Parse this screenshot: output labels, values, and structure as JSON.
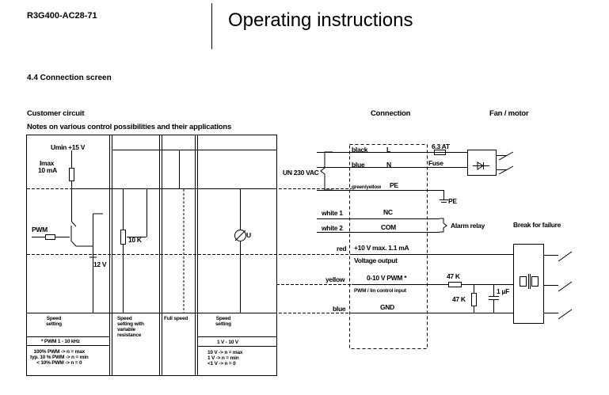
{
  "header": {
    "model": "R3G400-AC28-71",
    "title": "Operating instructions"
  },
  "section_heading": "4.4 Connection screen",
  "customer": {
    "heading": "Customer circuit",
    "notes": "Notes on various control possibilities and their applications",
    "umin": "Umin +15 V",
    "imax": "Imax",
    "imax_value": "10 mA",
    "pwm": "PWM",
    "zener": "12 V",
    "pot": "10 K",
    "meter": "U"
  },
  "columns": [
    {
      "title": "Speed\nsetting",
      "detail": "* PWM 1 - 10 kHz",
      "notes": "100% PWM -> n = max\ntyp. 10 % PWM -> n = min\n< 10% PWM -> n = 0"
    },
    {
      "title": "Speed\nsetting with\nvariable\nresistance",
      "detail": "",
      "notes": ""
    },
    {
      "title": "Full speed",
      "detail": "",
      "notes": ""
    },
    {
      "title": "Speed\nsetting",
      "detail": "1 V - 10 V",
      "notes": "10 V -> n = max\n1 V -> n = min\n<1 V -> n = 0"
    }
  ],
  "connection": {
    "heading": "Connection",
    "supply": "UN 230 VAC",
    "rows": [
      {
        "wire": "black",
        "terminal": "L"
      },
      {
        "wire": "blue",
        "terminal": "N"
      },
      {
        "wire": "green/yellow",
        "terminal": "PE"
      },
      {
        "wire": "white 1",
        "terminal": "NC"
      },
      {
        "wire": "white 2",
        "terminal": "COM"
      },
      {
        "wire": "red",
        "terminal": "+10 V max. 1.1 mA",
        "sub": "Voltage output"
      },
      {
        "wire": "yellow",
        "terminal": "0-10 V  PWM *",
        "sub": "PWM / lin control input"
      },
      {
        "wire": "blue",
        "terminal": "GND"
      }
    ]
  },
  "fan": {
    "heading": "Fan / motor",
    "fuse_rating": "6.3 AT",
    "fuse": "Fuse",
    "pe": "PE",
    "alarm": "Alarm relay",
    "break": "Break for failure",
    "r1": "47 K",
    "r2": "47 K",
    "cap": "1 µF"
  }
}
